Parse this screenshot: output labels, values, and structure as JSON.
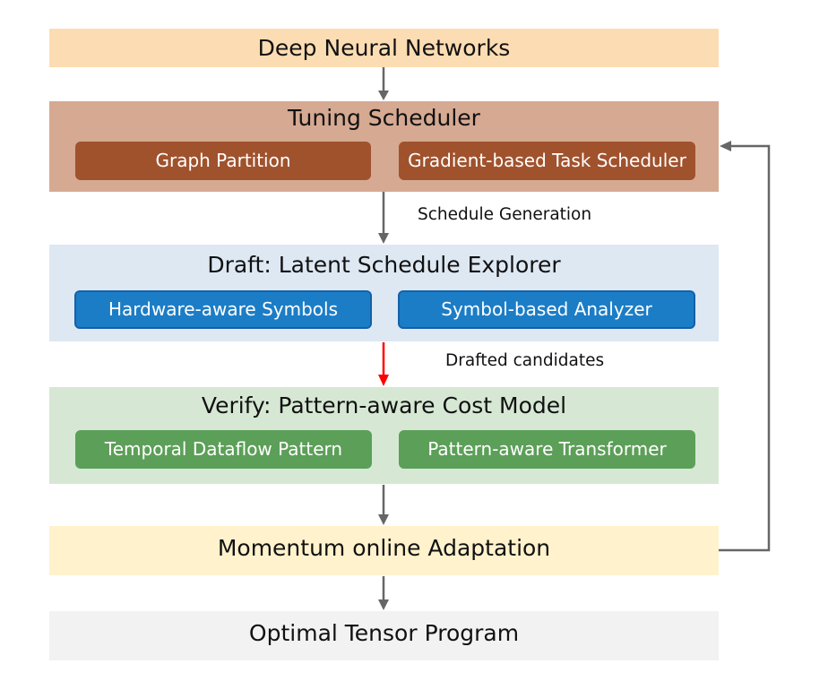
{
  "nodes": {
    "input": {
      "label": "Deep Neural Networks"
    },
    "tuning_scheduler": {
      "title": "Tuning Scheduler",
      "items": [
        "Graph Partition",
        "Gradient-based Task Scheduler"
      ]
    },
    "draft": {
      "title": "Draft: Latent Schedule Explorer",
      "items": [
        "Hardware-aware Symbols",
        "Symbol-based Analyzer"
      ]
    },
    "verify": {
      "title": "Verify: Pattern-aware Cost Model",
      "items": [
        "Temporal Dataflow Pattern",
        "Pattern-aware Transformer"
      ]
    },
    "adaptation": {
      "label": "Momentum online Adaptation"
    },
    "output": {
      "label": "Optimal Tensor Program"
    }
  },
  "edges": {
    "schedule_generation": "Schedule Generation",
    "drafted_candidates": "Drafted candidates"
  },
  "colors": {
    "input_bg": "#fcdcb2",
    "tuning_bg": "#d6a992",
    "tuning_pill": "#a0522d",
    "draft_bg": "#dde8f3",
    "draft_pill": "#1b7dc6",
    "verify_bg": "#d6e8d4",
    "verify_pill": "#5c9f58",
    "adaptation_bg": "#fff2cc",
    "output_bg": "#f2f2f2",
    "arrow": "#666666",
    "arrow_highlight": "#ff0000"
  }
}
